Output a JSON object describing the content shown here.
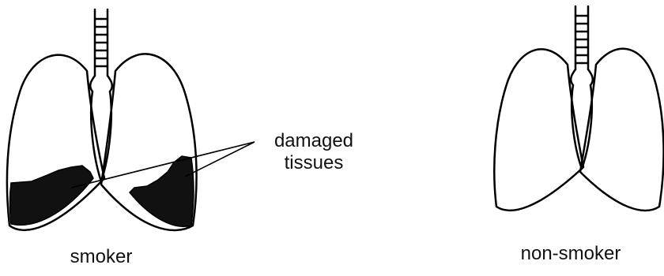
{
  "labels": {
    "smoker": "smoker",
    "non_smoker": "non-smoker",
    "annotation_line1": "damaged",
    "annotation_line2": "tissues"
  },
  "colors": {
    "outline": "#000000",
    "damage": "#111111",
    "background": "#ffffff"
  }
}
